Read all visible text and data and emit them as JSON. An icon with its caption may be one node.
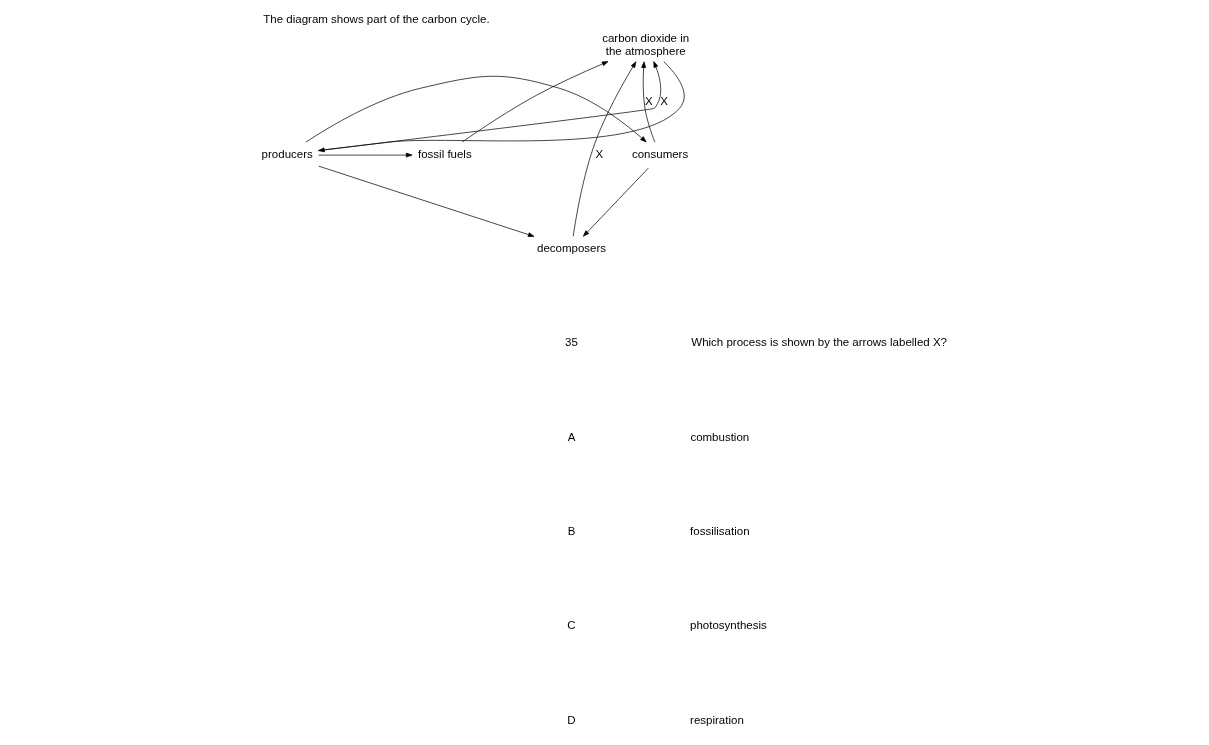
{
  "diagram": {
    "title": "The diagram shows part of the carbon cycle.",
    "nodes": [
      {
        "text": [
          "carbon dioxide in the atmosphere"
        ]
      },
      {
        "text": [
          "fossil fuels"
        ]
      },
      {
        "text": [
          "consumers"
        ]
      },
      {
        "text": [
          "producers"
        ]
      },
      {
        "text": [
          "decomposers"
        ]
      }
    ],
    "edges": [
      {
        "from": 1,
        "to": 0,
        "arrow": "to"
      },
      {
        "from": 4,
        "to": 0,
        "arrow": "to",
        "label": "X"
      },
      {
        "from": 2,
        "to": 0,
        "arrow": "to",
        "label": "X"
      },
      {
        "from": 3,
        "to": 0,
        "arrow": "to",
        "label": "X"
      },
      {
        "from": 0,
        "to": 3,
        "arrow": "to"
      },
      {
        "from": 3,
        "to": 2,
        "arrow": "to"
      },
      {
        "from": 2,
        "to": 4,
        "arrow": "to"
      },
      {
        "from": 3,
        "to": 4,
        "arrow": "to"
      },
      {
        "from": 3,
        "to": 1,
        "arrow": "to"
      }
    ],
    "labels": [
      "35",
      "Which process is shown by the arrows labelled X?",
      "A",
      "combustion",
      "B",
      "fossilisation",
      "C",
      "photosynthesis",
      "D",
      "respiration"
    ]
  }
}
